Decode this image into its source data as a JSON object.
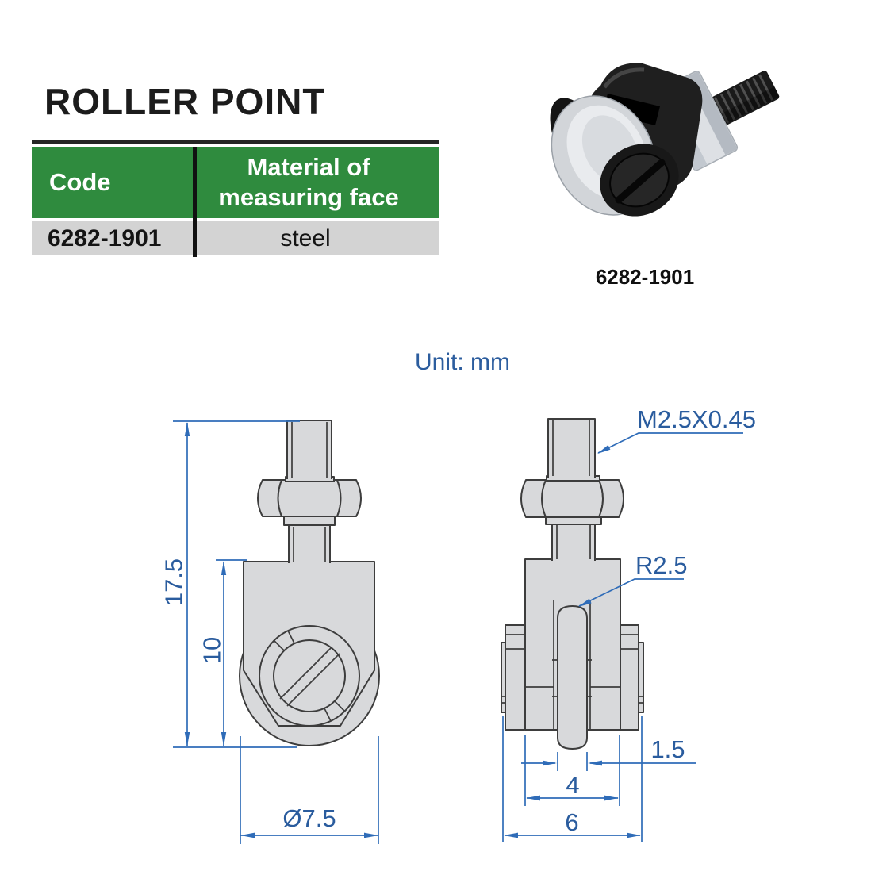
{
  "title": "ROLLER POINT",
  "table": {
    "columns": [
      "Code",
      "Material of measuring face"
    ],
    "rows": [
      [
        "6282-1901",
        "steel"
      ]
    ]
  },
  "photo": {
    "caption": "6282-1901"
  },
  "drawing": {
    "unit_note": "Unit: mm",
    "labels": {
      "overall_height": "17.5",
      "body_height": "10",
      "roller_diameter": "Ø7.5",
      "thread_spec": "M2.5X0.45",
      "groove_radius": "R2.5",
      "tip_width": "1.5",
      "inner_width": "4",
      "overall_width": "6"
    }
  },
  "colors": {
    "header_green": "#2f8b3e",
    "row_gray": "#d3d3d3",
    "dimension_blue": "#2f6cb8",
    "label_blue": "#2a5c9e",
    "part_fill": "#d8d9db",
    "part_outline": "#3d3d3d"
  }
}
